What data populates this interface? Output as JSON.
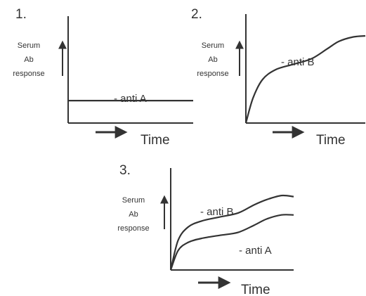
{
  "chart_data": [
    {
      "type": "line",
      "panel_label": "1.",
      "ylabel": [
        "Serum",
        "Ab",
        "response"
      ],
      "xlabel": "Time",
      "xlim": [
        0,
        10
      ],
      "ylim": [
        0,
        10
      ],
      "series": [
        {
          "name": "- anti A",
          "x": [
            0,
            10
          ],
          "values": [
            2.1,
            2.1
          ]
        }
      ]
    },
    {
      "type": "line",
      "panel_label": "2.",
      "ylabel": [
        "Serum",
        "Ab",
        "response"
      ],
      "xlabel": "Time",
      "xlim": [
        0,
        10
      ],
      "ylim": [
        0,
        10
      ],
      "series": [
        {
          "name": "- anti B",
          "x": [
            0,
            0.6,
            1.4,
            2.5,
            4,
            5.5,
            6.8,
            7.8,
            9,
            10
          ],
          "values": [
            0,
            2.3,
            4.0,
            4.9,
            5.4,
            5.9,
            6.8,
            7.5,
            7.9,
            8.0
          ]
        }
      ]
    },
    {
      "type": "line",
      "panel_label": "3.",
      "ylabel": [
        "Serum",
        "Ab",
        "response"
      ],
      "xlabel": "Time",
      "xlim": [
        0,
        10
      ],
      "ylim": [
        0,
        10
      ],
      "series": [
        {
          "name": "- anti B",
          "x": [
            0,
            0.6,
            1.4,
            2.5,
            4,
            5.5,
            6.8,
            7.8,
            9,
            10
          ],
          "values": [
            0,
            2.9,
            4.2,
            4.8,
            5.2,
            5.6,
            6.4,
            6.9,
            7.3,
            7.2
          ]
        },
        {
          "name": "- anti A",
          "x": [
            0,
            0.6,
            1.4,
            2.5,
            4,
            5.5,
            6.8,
            7.8,
            9,
            10
          ],
          "values": [
            0,
            1.9,
            2.7,
            3.1,
            3.4,
            3.7,
            4.4,
            5.0,
            5.4,
            5.4
          ]
        }
      ]
    }
  ]
}
